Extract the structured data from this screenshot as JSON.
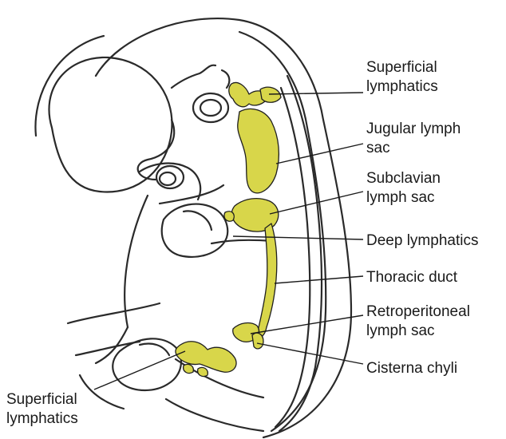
{
  "labels": {
    "superficial_top": [
      "Superficial",
      "lymphatics"
    ],
    "jugular": [
      "Jugular lymph",
      "sac"
    ],
    "subclavian": [
      "Subclavian",
      "lymph sac"
    ],
    "deep": [
      "Deep lymphatics"
    ],
    "thoracic": [
      "Thoracic duct"
    ],
    "retroperitoneal": [
      "Retroperitoneal",
      "lymph sac"
    ],
    "cisterna": [
      "Cisterna chyli"
    ],
    "superficial_bottom": [
      "Superficial",
      "lymphatics"
    ]
  },
  "colors": {
    "outline": "#2a2a2a",
    "lymph_fill": "#d8d64a",
    "lymph_dark": "#1f1f1f",
    "label_text": "#1a1a1a"
  }
}
